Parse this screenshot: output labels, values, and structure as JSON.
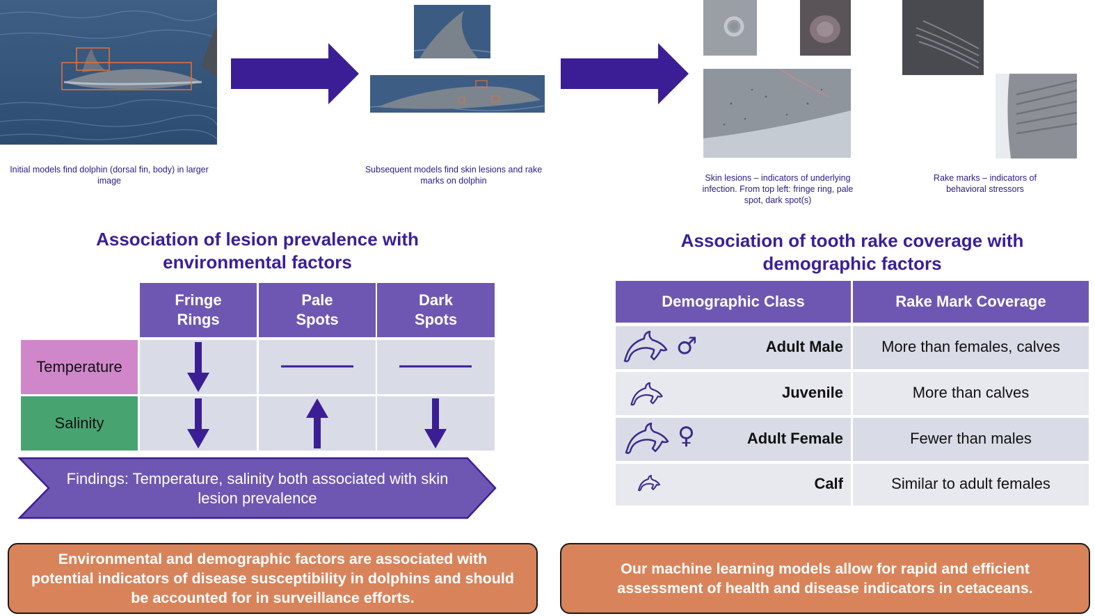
{
  "pipeline": {
    "caption_detect": "Initial models find dolphin (dorsal fin, body) in larger image",
    "caption_find": "Subsequent models find skin lesions and rake marks on dolphin",
    "caption_lesions": "Skin lesions – indicators of underlying infection. From top left: fringe ring, pale spot, dark spot(s)",
    "caption_rakes": "Rake marks – indicators of behavioral stressors"
  },
  "lesion_section": {
    "title": "Association of lesion prevalence with environmental factors",
    "columns": [
      "Fringe Rings",
      "Pale Spots",
      "Dark Spots"
    ],
    "rows": [
      {
        "label": "Temperature",
        "color": "#cf87c9",
        "effects": [
          "decrease",
          "none",
          "none"
        ]
      },
      {
        "label": "Salinity",
        "color": "#47a470",
        "effects": [
          "decrease",
          "increase",
          "decrease"
        ]
      }
    ],
    "findings": "Findings: Temperature, salinity both associated with skin lesion prevalence"
  },
  "rake_section": {
    "title": "Association of tooth rake coverage with demographic factors",
    "header_class": "Demographic Class",
    "header_coverage": "Rake Mark Coverage",
    "rows": [
      {
        "label": "Adult Male",
        "coverage": "More than females, calves",
        "icon": "dolphin-large-icon",
        "sex": "♂"
      },
      {
        "label": "Juvenile",
        "coverage": "More than calves",
        "icon": "dolphin-medium-icon",
        "sex": ""
      },
      {
        "label": "Adult Female",
        "coverage": "Fewer than males",
        "icon": "dolphin-large-icon",
        "sex": "♀"
      },
      {
        "label": "Calf",
        "coverage": "Similar to adult females",
        "icon": "dolphin-small-icon",
        "sex": ""
      }
    ]
  },
  "conclusions": {
    "left": "Environmental and demographic factors are associated with potential indicators of disease susceptibility in dolphins and should be accounted for in surveillance efforts.",
    "right": "Our machine learning models allow for rapid and efficient assessment of health and disease indicators in cetaceans."
  },
  "colors": {
    "purple_header": "#6e57b3",
    "arrow_purple": "#3b1e96",
    "cell_gray": "#d9dce6",
    "title_purple": "#3a1f99",
    "conclusion_orange": "#d9835a"
  }
}
